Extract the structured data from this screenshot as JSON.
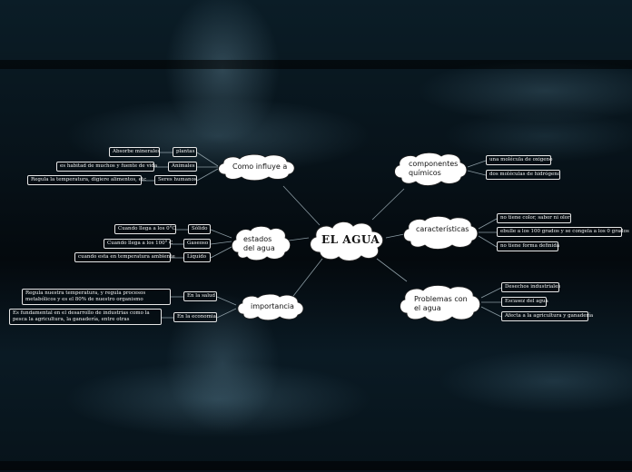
{
  "center": {
    "label": "EL AGUA"
  },
  "topics": {
    "influye": {
      "label": "Como influye a"
    },
    "estados": {
      "label": "estados del agua"
    },
    "importancia": {
      "label": "importancia"
    },
    "componentes": {
      "label": "componentes químicos"
    },
    "caracteristicas": {
      "label": "características"
    },
    "problemas": {
      "label": "Problemas con el agua"
    }
  },
  "leaves": {
    "plantas": "plantas",
    "animales": "Animales",
    "seres": "Seres humanos",
    "absorbe": "Absorbe minerales",
    "habitad": "es habitad de muchos y fuente de vida",
    "regula_temp": "Regula la temperatura, digiere alimentos, etc",
    "solido": "Sólido",
    "gaseoso": "Gaseoso",
    "liquido": "Líquido",
    "cero": "Cuando llega a los 0°C",
    "cien": "Cuando llega a los 100° C",
    "ambiente": "cuando esta en temperatura ambiente",
    "salud": "En la salud",
    "economia": "En la economia",
    "regula_proc": "Regula nuestra temperatura, y regula procesos metabólicos y es el 80% de nuestro organismo",
    "fundamental": "Es fundamental en el desarrollo de industrias como la pesca la agricultura, la ganadería, entre otras",
    "oxigeno": "una molécula de oxigeno",
    "hidrogeno": "dos moléculas de hidrógeno",
    "color": "no tiene color, sabor ni olor",
    "hierve": "ebulle a los 100 grados y se congela a los 0 grados",
    "forma": "no tiene forma definida",
    "desechos": "Desechos industriales",
    "escasez": "Escasez del agua",
    "afecta": "Afecta a la agricultura y ganadería"
  }
}
